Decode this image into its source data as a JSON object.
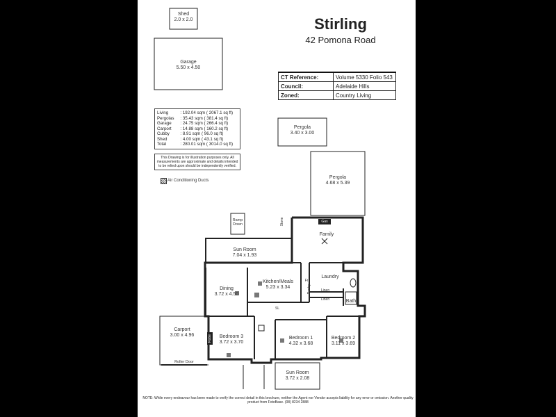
{
  "header": {
    "title": "Stirling",
    "address": "42 Pomona Road"
  },
  "ct_table": [
    {
      "key": "CT Reference:",
      "value": "Volume 5330   Folio 543"
    },
    {
      "key": "Council:",
      "value": "Adelaide Hills"
    },
    {
      "key": "Zoned:",
      "value": "Country Living"
    }
  ],
  "areas": [
    {
      "name": "Living",
      "value": ": 192.04 sqm ( 2067.1 sq ft)"
    },
    {
      "name": "Pergolas",
      "value": ": 35.43 sqm (  381.4 sq ft)"
    },
    {
      "name": "Garage",
      "value": ": 24.75 sqm (  266.4 sq ft)"
    },
    {
      "name": "Carport",
      "value": ": 14.88 sqm (  160.2 sq ft)"
    },
    {
      "name": "Cubby",
      "value": ":   8.91 sqm (   96.0 sq ft)"
    },
    {
      "name": "Shed",
      "value": ":   4.00 sqm (   43.1 sq ft)"
    },
    {
      "name": "Total",
      "value": ": 280.01 sqm ( 3014.0 sq ft)"
    }
  ],
  "disclaimer": "This Drawing is for illustration purposes only. All measurements are approximate and details intended to be relied upon should be independently verified.",
  "legend": "Air Conditioning Ducts",
  "rooms": {
    "shed": {
      "name": "Shed",
      "dims": "2.0 x 2.0"
    },
    "garage": {
      "name": "Garage",
      "dims": "5.50 x 4.50"
    },
    "pergola_small": {
      "name": "Pergola",
      "dims": "3.40 x 3.00"
    },
    "pergola_large": {
      "name": "Pergola",
      "dims": "4.68 x 5.39"
    },
    "ramp": {
      "name": "Ramp Down"
    },
    "family": {
      "name": "Family"
    },
    "sun_room_top": {
      "name": "Sun Room",
      "dims": "7.04 x 1.93"
    },
    "laundry": {
      "name": "Laundry"
    },
    "dining": {
      "name": "Dining",
      "dims": "3.72 x 4.50"
    },
    "kitchen": {
      "name": "Kitchen/Meals",
      "dims": "5.23 x 3.34"
    },
    "bath": {
      "name": "Bath"
    },
    "carport": {
      "name": "Carport",
      "dims": "3.00 x 4.96"
    },
    "bedroom3": {
      "name": "Bedroom 3",
      "dims": "3.72 x 3.70"
    },
    "bedroom1": {
      "name": "Bedroom 1",
      "dims": "4.32 x 3.68"
    },
    "bedroom2": {
      "name": "Bedroom 2",
      "dims": "3.11 x 3.69"
    },
    "sun_room_bottom": {
      "name": "Sun Room",
      "dims": "3.72 x 2.08"
    },
    "roller_door": {
      "name": "Roller Door"
    }
  },
  "small_labels": {
    "gas": "Gas",
    "stove": "Stove",
    "sl": "SL",
    "linen1": "Linen",
    "linen2": "Linen",
    "pantry": "Pantry",
    "fr": "Fr",
    "robe": "Robe"
  },
  "footer_note": "NOTE: While every endeavour has been made to verify the correct detail in this brochure, neither the Agent nor Vendor accepts liability for any error or omission. Another quality product from FotoBase. (08) 8234 2888"
}
